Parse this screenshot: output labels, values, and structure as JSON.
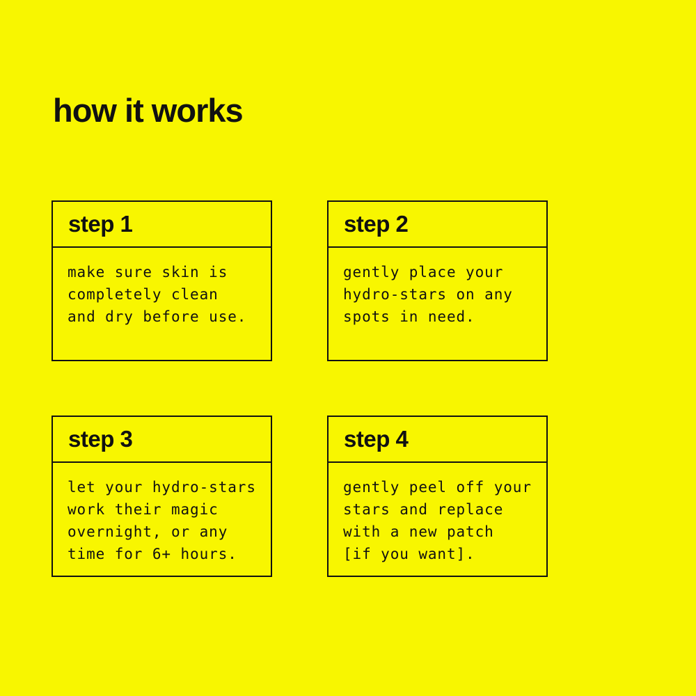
{
  "page": {
    "background_color": "#F8F600",
    "text_color": "#111111",
    "title": "how it works"
  },
  "steps": [
    {
      "label": "step 1",
      "body": "make sure skin is\ncompletely clean\nand dry before use."
    },
    {
      "label": "step 2",
      "body": "gently place your\nhydro-stars on any\nspots in need."
    },
    {
      "label": "step 3",
      "body": "let your hydro-stars\nwork their magic\novernight, or any\ntime for 6+ hours."
    },
    {
      "label": "step 4",
      "body": "gently peel off your\nstars and replace\nwith a new patch\n[if you want]."
    }
  ]
}
